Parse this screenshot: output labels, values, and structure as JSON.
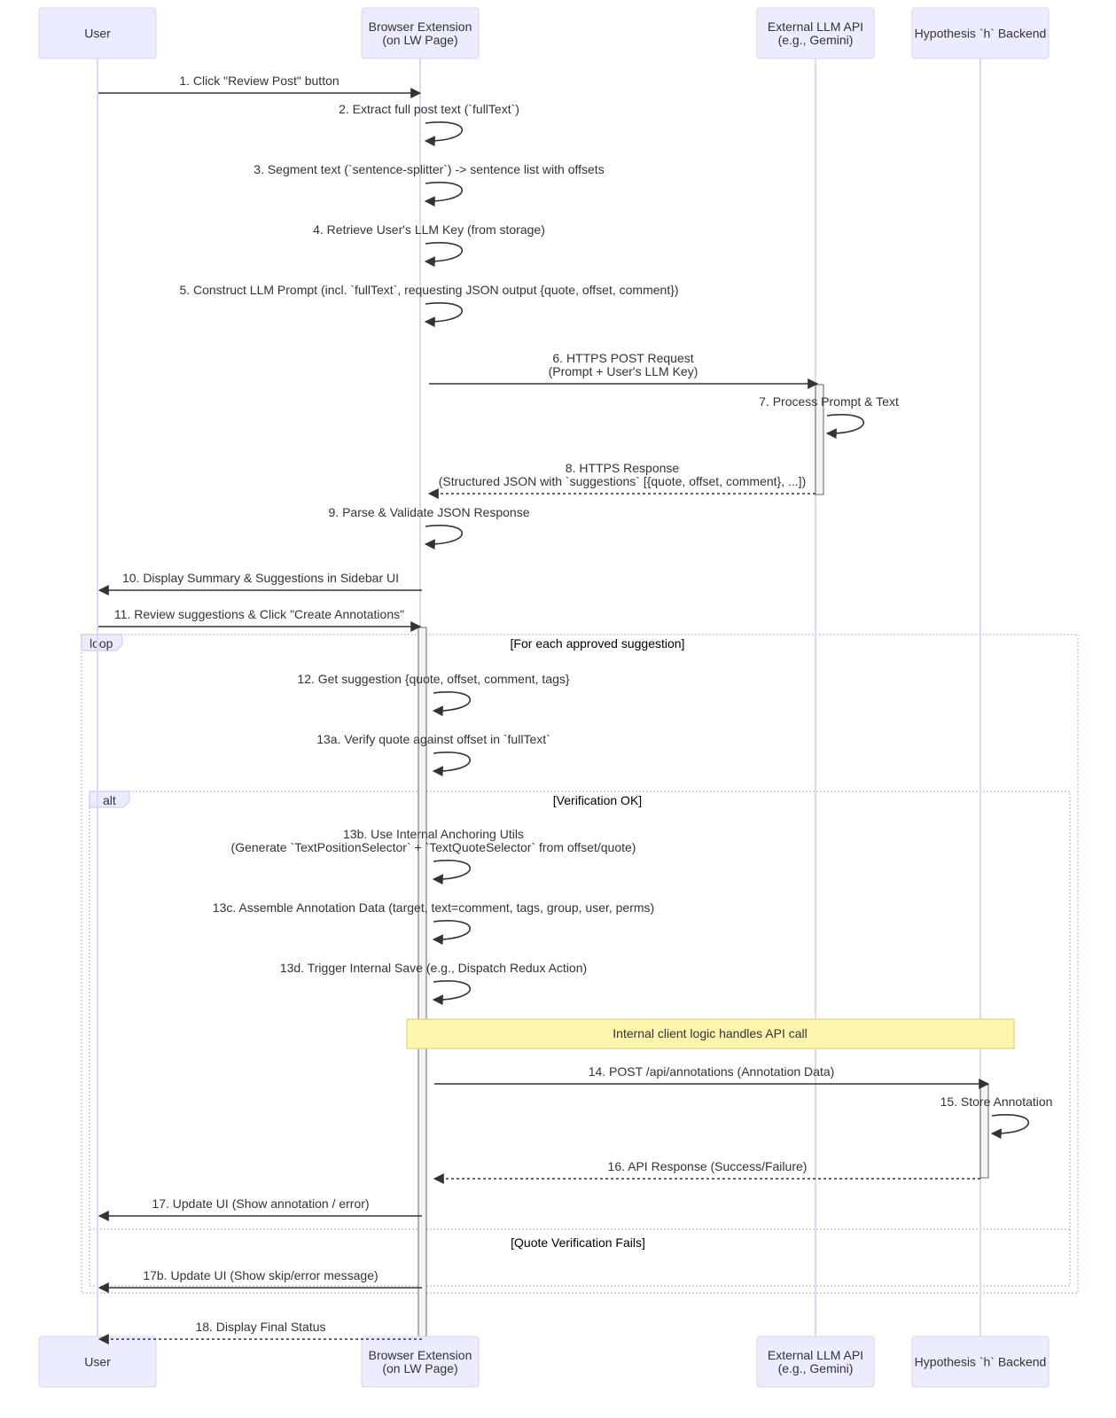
{
  "diagram": {
    "type": "sequence",
    "colors": {
      "actor_fill": "#ececff",
      "actor_border": "#d6d4f5",
      "lifeline": "#ddd8f5",
      "message": "#333333",
      "activation_fill": "#f4f4f4",
      "note_fill": "#fff5ad",
      "frame_border": "#c9c6ef"
    },
    "actors": [
      {
        "id": "user",
        "lines": [
          "User"
        ]
      },
      {
        "id": "ext",
        "lines": [
          "Browser Extension",
          "(on LW Page)"
        ]
      },
      {
        "id": "llm",
        "lines": [
          "External LLM API",
          "(e.g., Gemini)"
        ]
      },
      {
        "id": "h",
        "lines": [
          "Hypothesis `h` Backend"
        ]
      }
    ],
    "messages": [
      {
        "from": "user",
        "to": "ext",
        "style": "solid",
        "lines": [
          "1. Click \"Review Post\" button"
        ]
      },
      {
        "from": "ext",
        "to": "ext",
        "style": "self",
        "lines": [
          "2. Extract full post text (`fullText`)"
        ]
      },
      {
        "from": "ext",
        "to": "ext",
        "style": "self",
        "lines": [
          "3. Segment text (`sentence-splitter`) -> sentence list with offsets"
        ]
      },
      {
        "from": "ext",
        "to": "ext",
        "style": "self",
        "lines": [
          "4. Retrieve User's LLM Key (from storage)"
        ]
      },
      {
        "from": "ext",
        "to": "ext",
        "style": "self",
        "lines": [
          "5. Construct LLM Prompt (incl. `fullText`, requesting JSON output {quote, offset, comment})"
        ]
      },
      {
        "from": "ext",
        "to": "llm",
        "style": "solid",
        "lines": [
          "6. HTTPS POST Request",
          "(Prompt + User's LLM Key)"
        ]
      },
      {
        "from": "llm",
        "to": "llm",
        "style": "self",
        "lines": [
          "7. Process Prompt & Text"
        ]
      },
      {
        "from": "llm",
        "to": "ext",
        "style": "dotted",
        "lines": [
          "8. HTTPS Response",
          "(Structured JSON with `suggestions` [{quote, offset, comment}, ...])"
        ]
      },
      {
        "from": "ext",
        "to": "ext",
        "style": "self",
        "lines": [
          "9. Parse & Validate JSON Response"
        ]
      },
      {
        "from": "ext",
        "to": "user",
        "style": "solid",
        "lines": [
          "10. Display Summary & Suggestions in Sidebar UI"
        ]
      },
      {
        "from": "user",
        "to": "ext",
        "style": "solid",
        "lines": [
          "11. Review suggestions & Click \"Create Annotations\""
        ]
      },
      {
        "from": "ext",
        "to": "ext",
        "style": "self",
        "lines": [
          "12. Get suggestion {quote, offset, comment, tags}"
        ]
      },
      {
        "from": "ext",
        "to": "ext",
        "style": "self",
        "lines": [
          "13a. Verify quote against offset in `fullText`"
        ]
      },
      {
        "from": "ext",
        "to": "ext",
        "style": "self",
        "lines": [
          "13b. Use Internal Anchoring Utils",
          "(Generate `TextPositionSelector` + `TextQuoteSelector` from offset/quote)"
        ]
      },
      {
        "from": "ext",
        "to": "ext",
        "style": "self",
        "lines": [
          "13c. Assemble Annotation Data (target, text=comment, tags, group, user, perms)"
        ]
      },
      {
        "from": "ext",
        "to": "ext",
        "style": "self",
        "lines": [
          "13d. Trigger Internal Save (e.g., Dispatch Redux Action)"
        ]
      },
      {
        "from": "ext",
        "to": "h",
        "style": "solid",
        "lines": [
          "14. POST /api/annotations (Annotation Data)"
        ]
      },
      {
        "from": "h",
        "to": "h",
        "style": "self",
        "lines": [
          "15. Store Annotation"
        ]
      },
      {
        "from": "h",
        "to": "ext",
        "style": "dotted",
        "lines": [
          "16. API Response (Success/Failure)"
        ]
      },
      {
        "from": "ext",
        "to": "user",
        "style": "solid",
        "lines": [
          "17. Update UI (Show annotation / error)"
        ]
      },
      {
        "from": "ext",
        "to": "user",
        "style": "solid",
        "lines": [
          "17b. Update UI (Show skip/error message)"
        ]
      },
      {
        "from": "ext",
        "to": "user",
        "style": "dotted",
        "lines": [
          "18. Display Final Status"
        ]
      }
    ],
    "note": {
      "text": "Internal client logic handles API call",
      "over": [
        "ext",
        "h"
      ]
    },
    "frames": [
      {
        "kind": "loop",
        "label": "loop",
        "condition": "[For each approved suggestion]"
      },
      {
        "kind": "alt",
        "label": "alt",
        "condition": "[Verification OK]",
        "else_condition": "[Quote Verification Fails]"
      }
    ]
  }
}
